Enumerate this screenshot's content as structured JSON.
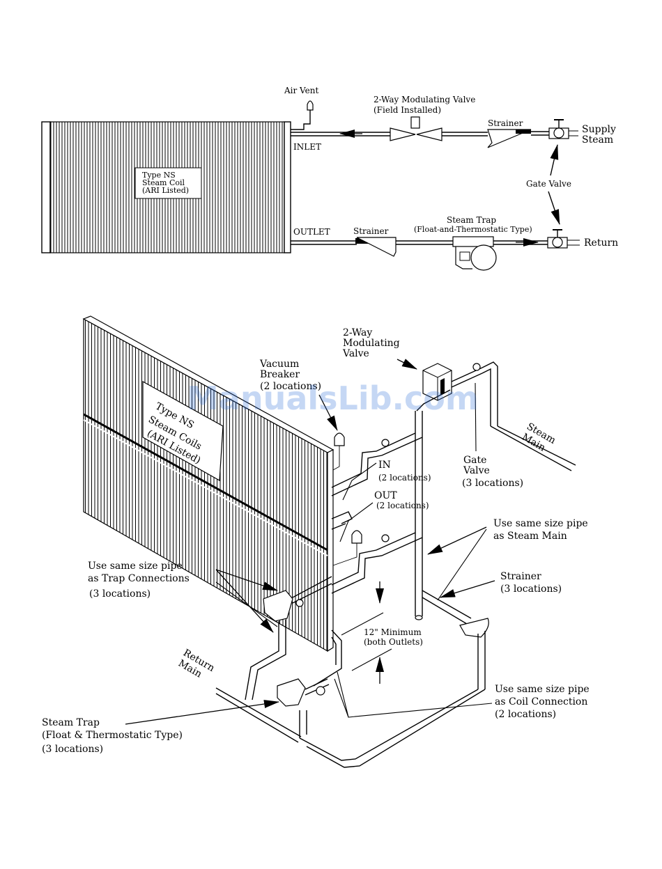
{
  "watermark": "ManualsLib.com",
  "schematic": {
    "coil_label": [
      "Type NS",
      "Steam Coil",
      "(ARI Listed)"
    ],
    "air_vent": "Air Vent",
    "modulating_valve": [
      "2-Way Modulating Valve",
      "(Field Installed)"
    ],
    "strainer_top": "Strainer",
    "supply_steam": [
      "Supply",
      "Steam"
    ],
    "inlet": "INLET",
    "gate_valve": "Gate Valve",
    "outlet": "OUTLET",
    "strainer_bottom": "Strainer",
    "steam_trap": [
      "Steam Trap",
      "(Float-and-Thermostatic Type)"
    ],
    "return": "Return"
  },
  "isometric": {
    "modulating_valve": [
      "2-Way",
      "Modulating",
      "Valve"
    ],
    "vacuum_breaker": [
      "Vacuum",
      "Breaker",
      "(2 locations)"
    ],
    "coil_label": [
      "Type NS",
      "Steam Coils",
      "(ARI Listed)"
    ],
    "steam_main": [
      "Steam",
      "Main"
    ],
    "in_label": [
      "IN",
      "(2 locations)"
    ],
    "out_label": [
      "OUT",
      "(2 locations)"
    ],
    "gate_valve": [
      "Gate",
      "Valve",
      "(3 locations)"
    ],
    "same_pipe_steam": [
      "Use same size pipe",
      "as Steam Main"
    ],
    "same_pipe_trap": [
      "Use same size pipe",
      "as Trap Connections",
      "(3 locations)"
    ],
    "strainer": [
      "Strainer",
      "(3 locations)"
    ],
    "minimum": [
      "12\" Minimum",
      "(both Outlets)"
    ],
    "return_main": [
      "Return",
      "Main"
    ],
    "same_pipe_coil": [
      "Use same size pipe",
      "as Coil Connection",
      "(2 locations)"
    ],
    "steam_trap": [
      "Steam Trap",
      "(Float & Thermostatic Type)",
      "(3 locations)"
    ]
  }
}
